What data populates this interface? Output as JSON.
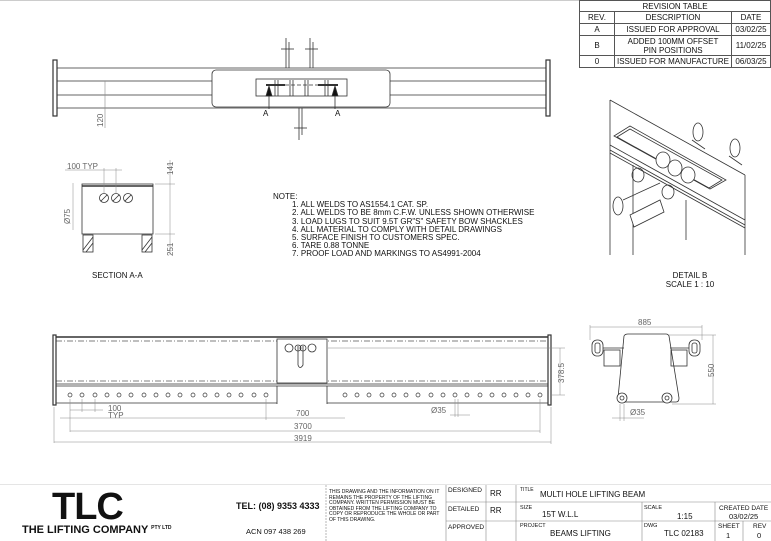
{
  "revision_table": {
    "title": "REVISION TABLE",
    "headers": [
      "REV.",
      "DESCRIPTION",
      "DATE"
    ],
    "rows": [
      {
        "rev": "A",
        "description": "ISSUED FOR APPROVAL",
        "date": "03/02/25"
      },
      {
        "rev": "B",
        "description": "ADDED 100MM OFFSET PIN POSITIONS",
        "date": "11/02/25"
      },
      {
        "rev": "0",
        "description": "ISSUED FOR MANUFACTURE",
        "date": "06/03/25"
      }
    ]
  },
  "top_view": {
    "section_marker_left": "A",
    "section_marker_right": "A",
    "dim_height": "120"
  },
  "section_aa": {
    "label": "SECTION A-A",
    "dim_pitch": "100 TYP",
    "dim_dia": "Ø75",
    "dim_top": "141",
    "dim_bottom": "251"
  },
  "notes": {
    "heading": "NOTE:",
    "items": [
      "1. ALL WELDS TO AS1554.1 CAT. SP.",
      "2. ALL WELDS TO BE 8mm C.F.W. UNLESS SHOWN OTHERWISE",
      "3. LOAD LUGS TO SUIT 9.5T GR\"S\" SAFETY BOW SHACKLES",
      "4. ALL MATERIAL TO COMPLY WITH DETAIL DRAWINGS",
      "5. SURFACE FINISH TO CUSTOMERS SPEC.",
      "6. TARE 0.88 TONNE",
      "7. PROOF LOAD AND MARKINGS TO AS4991-2004"
    ]
  },
  "detail_b": {
    "label": "DETAIL B",
    "scale": "SCALE 1 : 10"
  },
  "side_view": {
    "dim_pitch": "100",
    "dim_pitch_typ": "TYP",
    "dim_700": "700",
    "dim_hole": "Ø35",
    "dim_3700": "3700",
    "dim_3919": "3919",
    "dim_height": "378.5"
  },
  "end_view": {
    "dim_width": "885",
    "dim_height": "550",
    "dim_hole": "Ø35"
  },
  "title_block": {
    "logo": "TLC",
    "company": "THE LIFTING COMPANY",
    "company_suffix": "PTY LTD",
    "tel": "TEL: (08) 9353 4333",
    "acn": "ACN 097 438 269",
    "legal": "THIS DRAWING AND THE INFORMATION ON IT REMAINS THE PROPERTY OF THE LIFTING COMPANY. WRITTEN PERMISSION MUST BE OBTAINED FROM THE LIFTING COMPANY TO COPY OR REPRODUCE THE WHOLE OR PART OF THIS DRAWING.",
    "designed_label": "DESIGNED",
    "designed": "RR",
    "detailed_label": "DETAILED",
    "detailed": "RR",
    "approved_label": "APPROVED",
    "approved": "",
    "title_label": "TITLE",
    "title": "MULTI HOLE LIFTING BEAM",
    "size_label": "SIZE",
    "size": "15T W.L.L",
    "scale_label": "SCALE",
    "scale": "1:15",
    "created_label": "CREATED DATE",
    "created": "03/02/25",
    "project_label": "PROJECT",
    "project": "BEAMS LIFTING",
    "dwg_label": "DWG",
    "dwg": "TLC 02183",
    "sheet_label": "SHEET",
    "sheet": "1",
    "rev_label": "REV",
    "rev": "0"
  }
}
